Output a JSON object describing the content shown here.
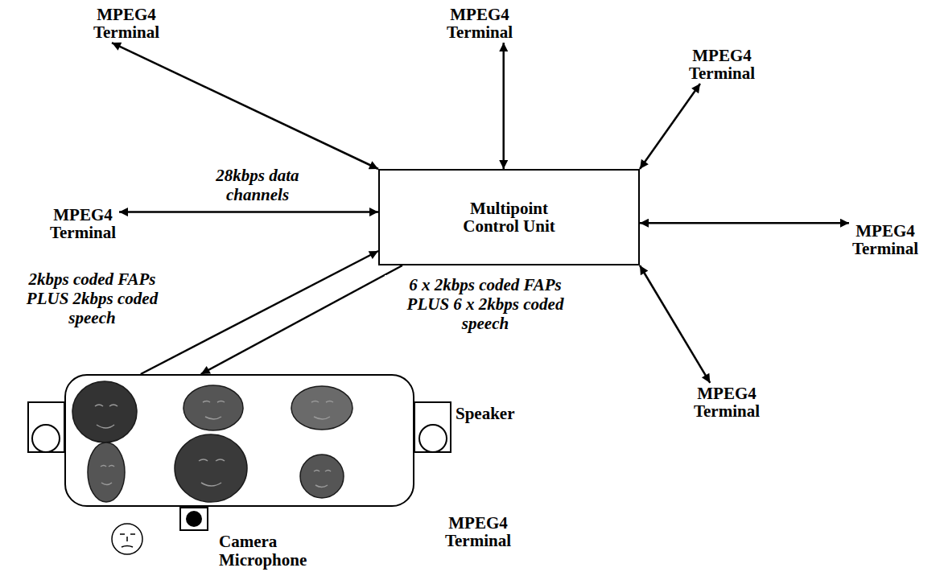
{
  "diagram": {
    "nodes": [
      {
        "text": [
          "MPEG4 Terminal"
        ]
      },
      {
        "text": [
          "MPEG4 Terminal"
        ]
      },
      {
        "text": [
          "MPEG4 Terminal"
        ]
      },
      {
        "text": [
          "MPEG4 Terminal"
        ]
      },
      {
        "text": [
          "Multipoint Control Unit"
        ]
      },
      {
        "text": [
          "MPEG4 Terminal"
        ]
      },
      {
        "text": [
          "MPEG4 Terminal"
        ]
      },
      {
        "text": [
          "MPEG4 Terminal"
        ]
      }
    ],
    "edges": [
      {
        "from": 0,
        "to": 4,
        "arrow": "both"
      },
      {
        "from": 1,
        "to": 4,
        "arrow": "both"
      },
      {
        "from": 2,
        "to": 4,
        "arrow": "both"
      },
      {
        "from": 3,
        "to": 4,
        "label": "28kbps data channels",
        "arrow": "both"
      },
      {
        "from": 4,
        "to": 5,
        "arrow": "both"
      },
      {
        "from": 4,
        "to": 6,
        "arrow": "both"
      },
      {
        "from": 7,
        "to": 4,
        "label": "2kbps coded FAPs PLUS 2kbps coded speech",
        "arrow": "to"
      },
      {
        "from": 4,
        "to": 7,
        "label": "6 x 2kbps coded FAPs PLUS 6 x 2kbps coded speech",
        "arrow": "to"
      }
    ],
    "labels": [
      "Speaker",
      "Camera Microphone"
    ]
  }
}
